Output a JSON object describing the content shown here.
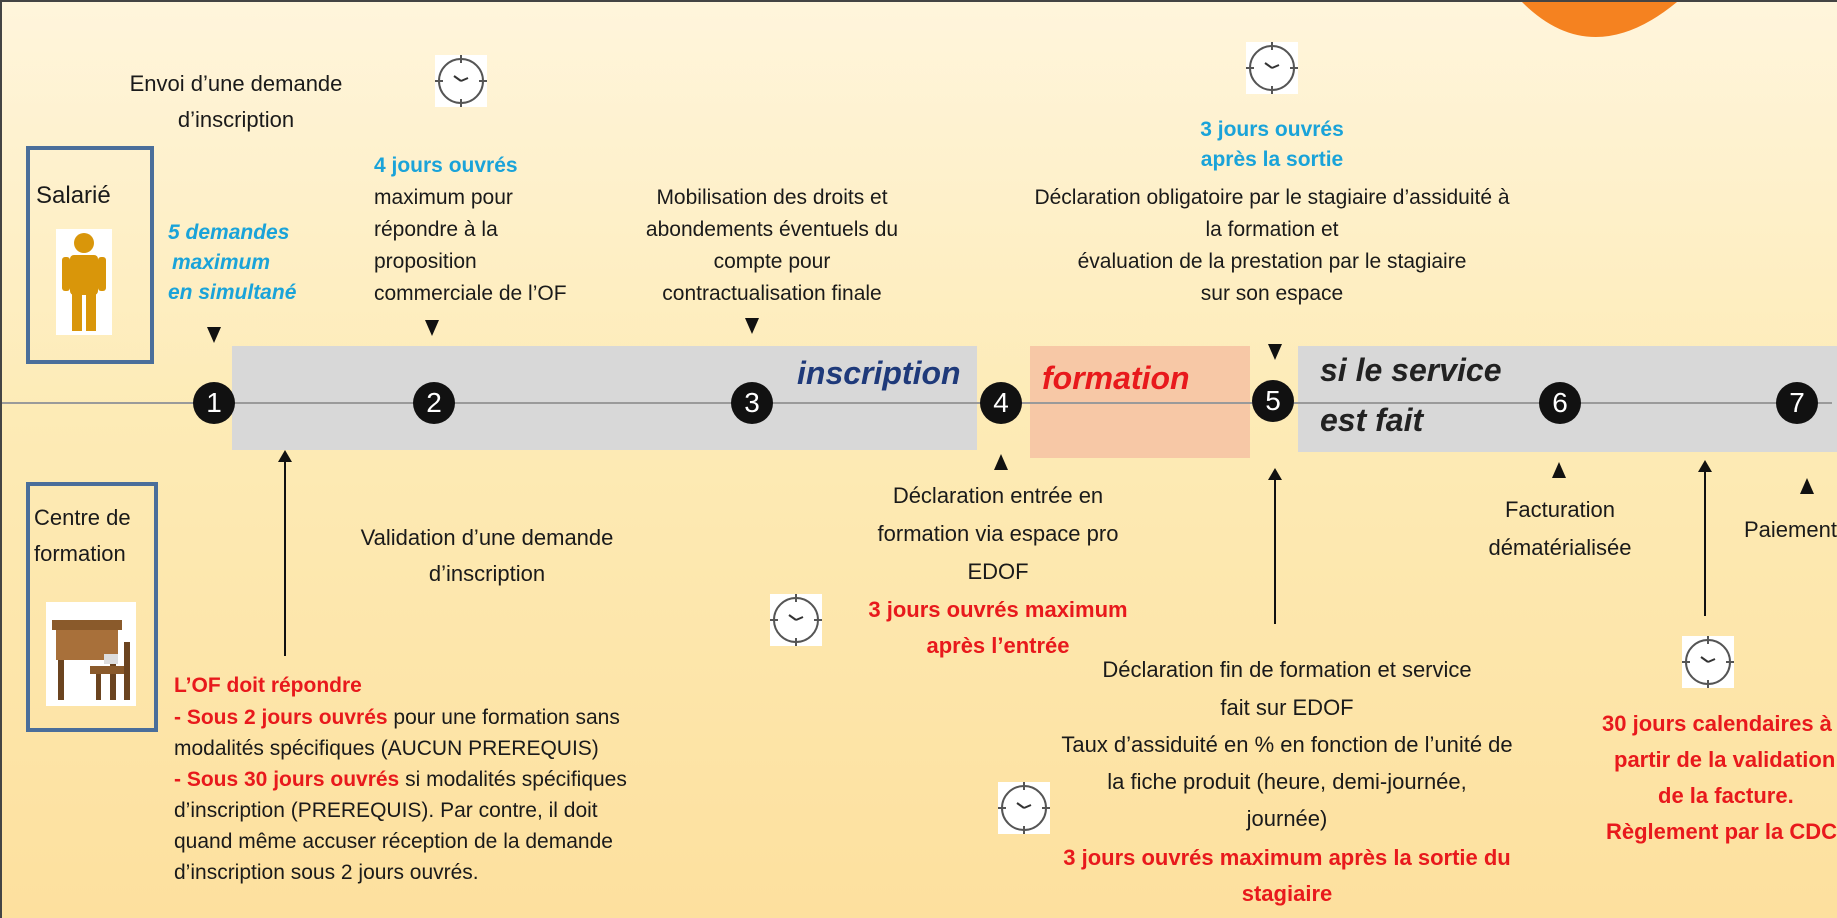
{
  "actors": {
    "salarie": "Salarié",
    "centre_line1": "Centre de",
    "centre_line2": "formation"
  },
  "phases": {
    "inscription": "inscription",
    "formation": "formation",
    "service_line1": "si le service",
    "service_line2": "est fait"
  },
  "steps": [
    "1",
    "2",
    "3",
    "4",
    "5",
    "6",
    "7"
  ],
  "top": {
    "envoi_line1": "Envoi d’une demande",
    "envoi_line2": "d’inscription",
    "limit_line1": "5 demandes",
    "limit_line2": "maximum",
    "limit_line3": "en simultané",
    "delay2_title": "4 jours ouvrés",
    "delay2_line1": "maximum pour",
    "delay2_line2": "répondre à la",
    "delay2_line3": "proposition",
    "delay2_line4": "commerciale de l’OF",
    "mobil_line1": "Mobilisation des droits et",
    "mobil_line2": "abondements éventuels du",
    "mobil_line3": "compte pour",
    "mobil_line4": "contractualisation finale",
    "delay5_line1": "3 jours ouvrés",
    "delay5_line2": "après la sortie",
    "decl_line1": "Déclaration obligatoire par le stagiaire d’assiduité à",
    "decl_line2": "la formation et",
    "decl_line3": "évaluation de la prestation par le stagiaire",
    "decl_line4": "sur son espace"
  },
  "bottom": {
    "valid_line1": "Validation d’une demande",
    "valid_line2": "d’inscription",
    "of_title": "L’OF doit répondre",
    "of_l1_red": "- Sous 2 jours ouvrés",
    "of_l1_rest": " pour une formation sans",
    "of_l2": "modalités spécifiques (AUCUN PREREQUIS)",
    "of_l3_red": " - Sous 30 jours ouvrés",
    "of_l3_rest": " si modalités spécifiques",
    "of_l4": "d’inscription (PREREQUIS). Par contre, il doit",
    "of_l5": "quand même accuser réception de la demande",
    "of_l6": "d’inscription sous 2 jours ouvrés.",
    "entree_line1": "Déclaration entrée en",
    "entree_line2": "formation via espace pro",
    "entree_line3": "EDOF",
    "entree_red1": "3 jours ouvrés maximum",
    "entree_red2": "après l’entrée",
    "fin_line1": "Déclaration fin de formation et service",
    "fin_line2": "fait sur EDOF",
    "fin_line3": "Taux d’assiduité en % en fonction de l’unité de",
    "fin_line4": "la fiche produit (heure, demi-journée,",
    "fin_line5": "journée)",
    "fin_red1": "3 jours ouvrés maximum après la sortie du",
    "fin_red2": "stagiaire",
    "fact_line1": "Facturation",
    "fact_line2": "dématérialisée",
    "paiement": "Paiement",
    "pay_red1": "30 jours calendaires à",
    "pay_red2": "partir de la validation",
    "pay_red3": "de la facture.",
    "pay_red4": "Règlement par la CDC"
  },
  "colors": {
    "background_top": "#fff5dc",
    "background_bottom": "#fde09e",
    "band_grey": "#d8d8d8",
    "formation_band": "#f7c8a6",
    "phase_blue": "#1f3a7a",
    "phase_red": "#e8191c",
    "delay_blue": "#1aa3d9",
    "box_blue": "#4a6e9a",
    "orange_corner": "#f58220"
  },
  "icons": [
    "clock-icon",
    "person-icon",
    "school-desk-icon"
  ]
}
